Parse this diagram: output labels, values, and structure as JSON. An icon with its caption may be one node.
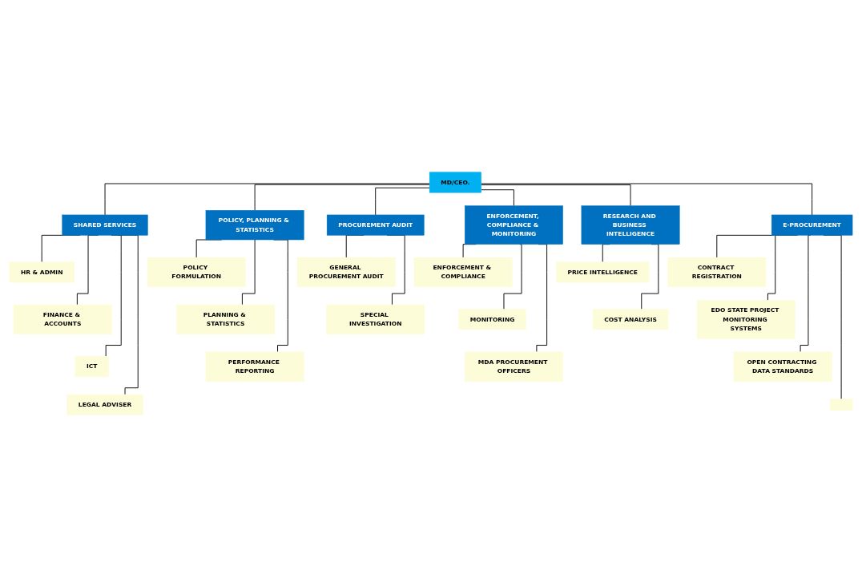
{
  "diagram": {
    "nodes": [
      {
        "text": [
          "MD/CEO."
        ]
      },
      {
        "text": [
          "SHARED SERVICES"
        ]
      },
      {
        "text": [
          "POLICY, PLANNING & STATISTICS"
        ]
      },
      {
        "text": [
          "PROCUREMENT AUDIT"
        ]
      },
      {
        "text": [
          "ENFORCEMENT, COMPLIANCE & MONITORING"
        ]
      },
      {
        "text": [
          "RESEARCH AND BUSINESS INTELLIGENCE"
        ]
      },
      {
        "text": [
          "E-PROCUREMENT"
        ]
      },
      {
        "text": [
          "HR & ADMIN"
        ]
      },
      {
        "text": [
          "FINANCE & ACCOUNTS"
        ]
      },
      {
        "text": [
          "ICT"
        ]
      },
      {
        "text": [
          "LEGAL ADVISER"
        ]
      },
      {
        "text": [
          "POLICY FORMULATION"
        ]
      },
      {
        "text": [
          "PLANNING & STATISTICS"
        ]
      },
      {
        "text": [
          "PERFORMANCE REPORTING"
        ]
      },
      {
        "text": [
          "GENERAL PROCUREMENT AUDIT"
        ]
      },
      {
        "text": [
          "SPECIAL INVESTIGATION"
        ]
      },
      {
        "text": [
          "ENFORCEMENT & COMPLIANCE"
        ]
      },
      {
        "text": [
          "MONITORING"
        ]
      },
      {
        "text": [
          "MDA PROCUREMENT OFFICERS"
        ]
      },
      {
        "text": [
          "PRICE INTELLIGENCE"
        ]
      },
      {
        "text": [
          "COST ANALYSIS"
        ]
      },
      {
        "text": [
          "CONTRACT REGISTRATION"
        ]
      },
      {
        "text": [
          "EDO STATE PROJECT MONITORING SYSTEMS"
        ]
      },
      {
        "text": [
          "OPEN CONTRACTING DATA STANDARDS"
        ]
      },
      {
        "text": [],
        "shape": "box"
      }
    ],
    "edges": [
      {
        "from": 0,
        "to": 1,
        "arrow": "none"
      },
      {
        "from": 0,
        "to": 2,
        "arrow": "none"
      },
      {
        "from": 0,
        "to": 3,
        "arrow": "none"
      },
      {
        "from": 0,
        "to": 4,
        "arrow": "none"
      },
      {
        "from": 0,
        "to": 5,
        "arrow": "none"
      },
      {
        "from": 0,
        "to": 6,
        "arrow": "none"
      },
      {
        "from": 1,
        "to": 7,
        "arrow": "none"
      },
      {
        "from": 1,
        "to": 8,
        "arrow": "none"
      },
      {
        "from": 1,
        "to": 9,
        "arrow": "none"
      },
      {
        "from": 1,
        "to": 10,
        "arrow": "none"
      },
      {
        "from": 2,
        "to": 11,
        "arrow": "none"
      },
      {
        "from": 2,
        "to": 12,
        "arrow": "none"
      },
      {
        "from": 2,
        "to": 13,
        "arrow": "none"
      },
      {
        "from": 3,
        "to": 14,
        "arrow": "none"
      },
      {
        "from": 3,
        "to": 15,
        "arrow": "none"
      },
      {
        "from": 4,
        "to": 16,
        "arrow": "none"
      },
      {
        "from": 4,
        "to": 17,
        "arrow": "none"
      },
      {
        "from": 4,
        "to": 18,
        "arrow": "none"
      },
      {
        "from": 5,
        "to": 19,
        "arrow": "none"
      },
      {
        "from": 5,
        "to": 20,
        "arrow": "none"
      },
      {
        "from": 6,
        "to": 21,
        "arrow": "none"
      },
      {
        "from": 6,
        "to": 22,
        "arrow": "none"
      },
      {
        "from": 6,
        "to": 23,
        "arrow": "none"
      },
      {
        "from": 6,
        "to": 24,
        "arrow": "none"
      }
    ]
  }
}
